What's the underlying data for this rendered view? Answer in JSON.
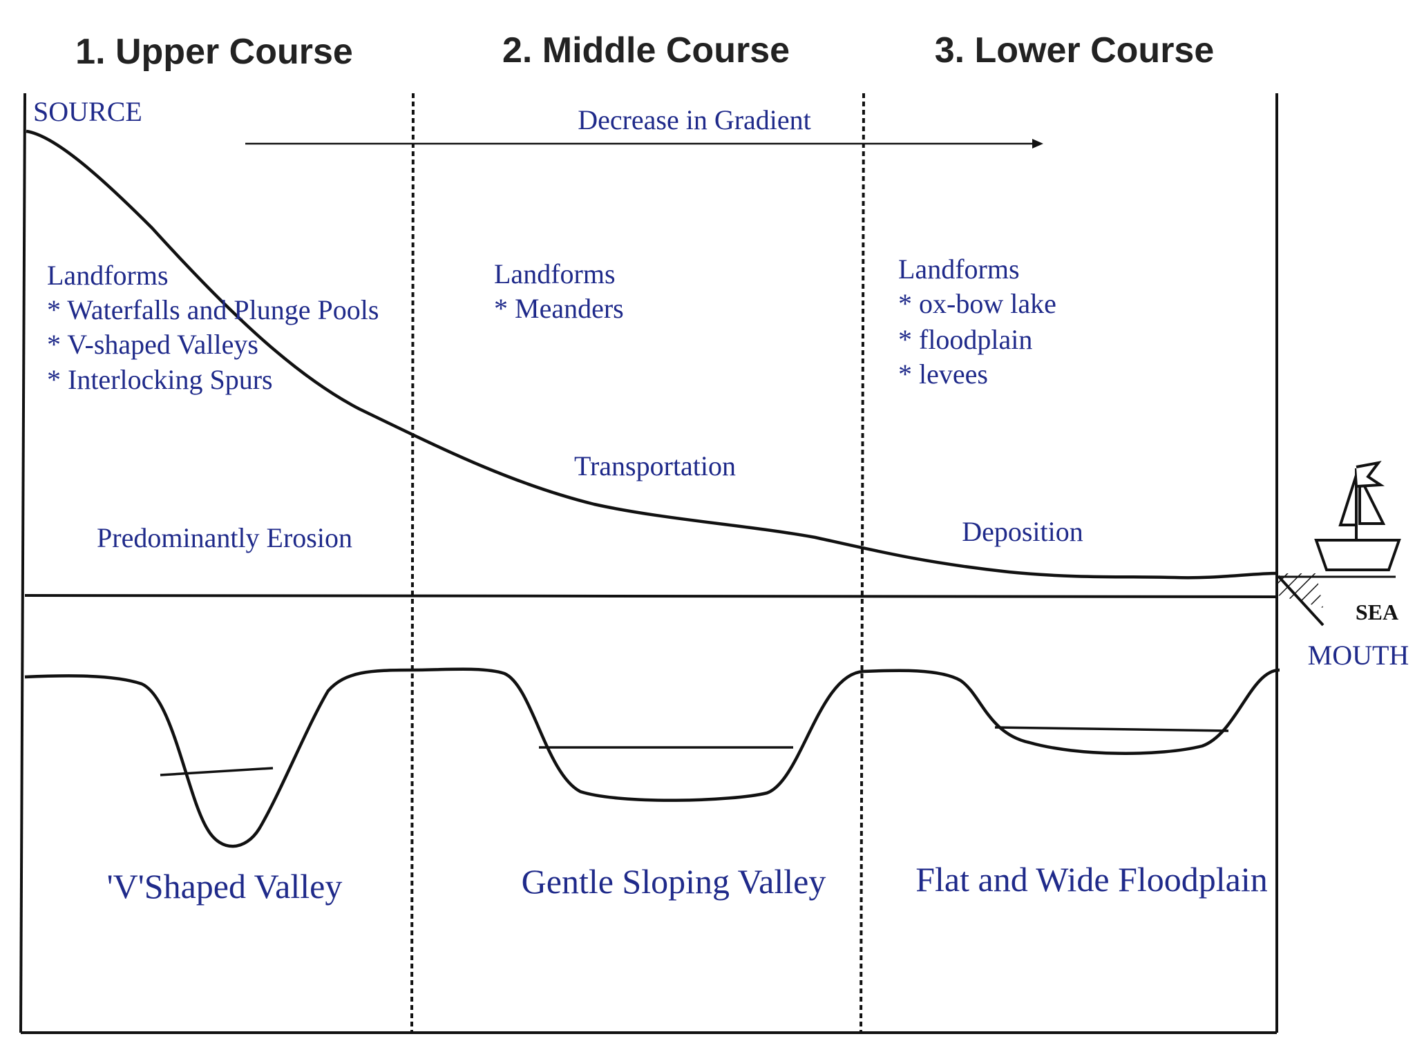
{
  "colors": {
    "ink": "#111111",
    "label_blue": "#1f2a8a",
    "heading": "#222222"
  },
  "headings": {
    "upper": "1. Upper Course",
    "middle": "2. Middle Course",
    "lower": "3. Lower Course"
  },
  "profile": {
    "source": "SOURCE",
    "gradient": "Decrease in Gradient",
    "sea": "SEA",
    "mouth": "MOUTH"
  },
  "upper": {
    "landforms_title": "Landforms",
    "landforms": [
      "* Waterfalls and Plunge Pools",
      "* V-shaped Valleys",
      "* Interlocking Spurs"
    ],
    "process": "Predominantly Erosion",
    "valley": "'V'Shaped Valley"
  },
  "middle": {
    "landforms_title": "Landforms",
    "landforms": [
      "* Meanders"
    ],
    "process": "Transportation",
    "valley": "Gentle Sloping Valley"
  },
  "lower": {
    "landforms_title": "Landforms",
    "landforms": [
      "* ox-bow lake",
      "* floodplain",
      "* levees"
    ],
    "process": "Deposition",
    "valley": "Flat and Wide Floodplain"
  },
  "icons": {
    "ship": "sailing-ship-icon"
  }
}
